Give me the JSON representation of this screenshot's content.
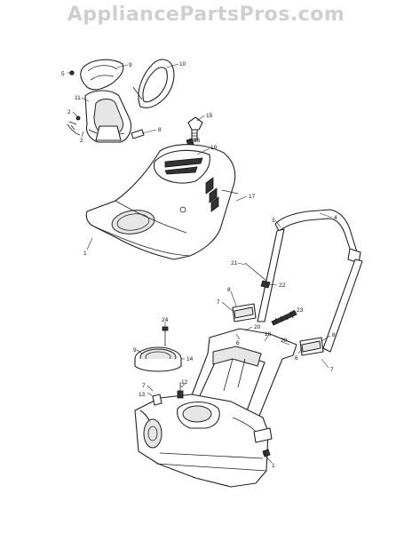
{
  "watermark": "AppliancePartsPros.com",
  "callouts": [
    {
      "id": "c5a",
      "text": "5"
    },
    {
      "id": "c9",
      "text": "9"
    },
    {
      "id": "c10",
      "text": "10"
    },
    {
      "id": "c11",
      "text": "11"
    },
    {
      "id": "c2a",
      "text": "2"
    },
    {
      "id": "c2b",
      "text": "2"
    },
    {
      "id": "c8a",
      "text": "8"
    },
    {
      "id": "c15",
      "text": "15"
    },
    {
      "id": "c16",
      "text": "16"
    },
    {
      "id": "c19a",
      "text": "19"
    },
    {
      "id": "c17",
      "text": "17"
    },
    {
      "id": "c1a",
      "text": "1"
    },
    {
      "id": "c3",
      "text": "3"
    },
    {
      "id": "c4",
      "text": "4"
    },
    {
      "id": "c21",
      "text": "21"
    },
    {
      "id": "c22",
      "text": "22"
    },
    {
      "id": "c8b",
      "text": "8"
    },
    {
      "id": "c7a",
      "text": "7"
    },
    {
      "id": "c23",
      "text": "23"
    },
    {
      "id": "c20a",
      "text": "20"
    },
    {
      "id": "c6a",
      "text": "6"
    },
    {
      "id": "c18",
      "text": "18"
    },
    {
      "id": "c20b",
      "text": "20"
    },
    {
      "id": "c8c",
      "text": "8"
    },
    {
      "id": "c6b",
      "text": "6"
    },
    {
      "id": "c7b",
      "text": "7"
    },
    {
      "id": "c24",
      "text": "24"
    },
    {
      "id": "c9b",
      "text": "9"
    },
    {
      "id": "c14",
      "text": "14"
    },
    {
      "id": "c12",
      "text": "12"
    },
    {
      "id": "c7c",
      "text": "7"
    },
    {
      "id": "c13",
      "text": "13"
    },
    {
      "id": "c2c",
      "text": "2"
    },
    {
      "id": "c1b",
      "text": "1"
    }
  ]
}
